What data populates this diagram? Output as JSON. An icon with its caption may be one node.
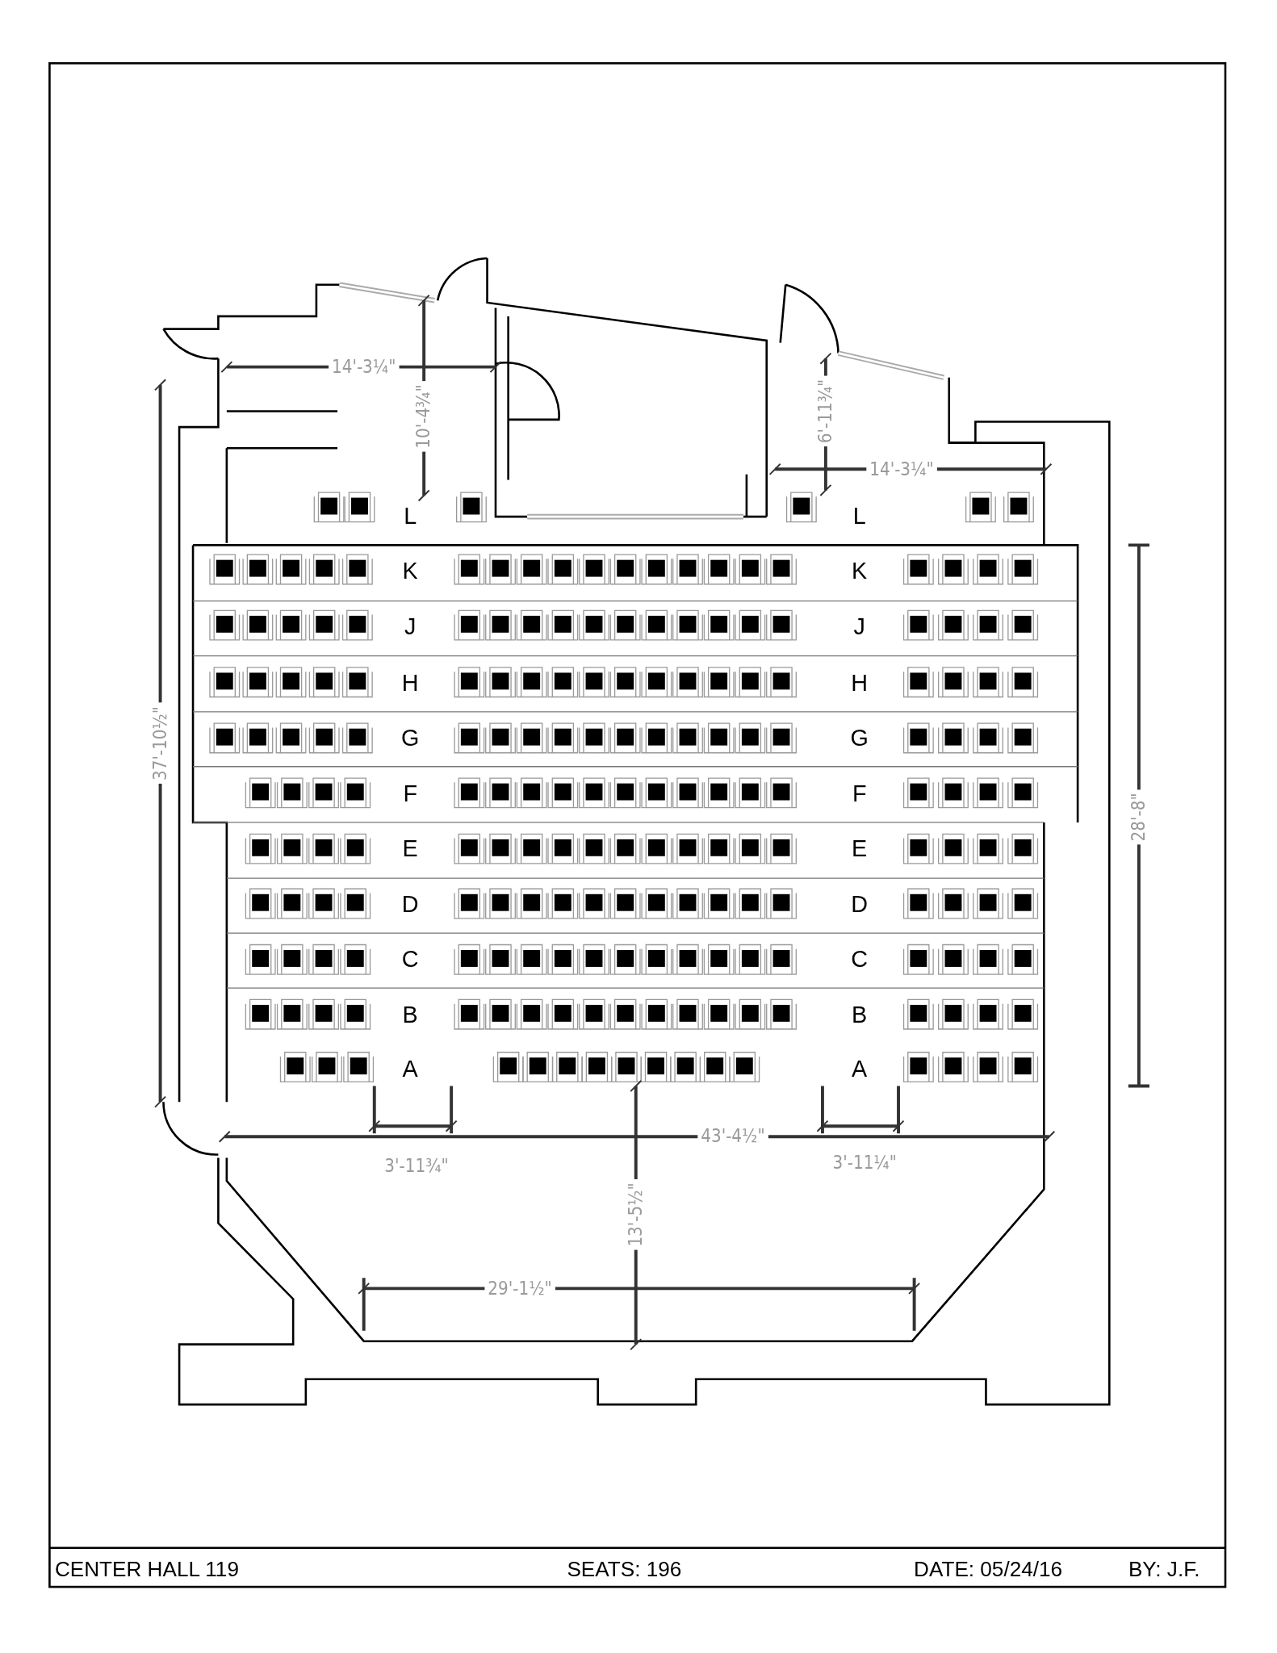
{
  "diagram": {
    "labels": [
      "14'-3¼\"",
      "10'-4¾\"",
      "6'-11¾\"",
      "14'-3¼\"",
      "L",
      "L",
      "K",
      "K",
      "J",
      "J",
      "H",
      "H",
      "37'-10½\"",
      "G",
      "G",
      "28'-8\"",
      "F",
      "F",
      "E",
      "E",
      "D",
      "D",
      "C",
      "C",
      "B",
      "B",
      "A",
      "A",
      "43'-4½\"",
      "3'-11¾\"",
      "3'-11¼\"",
      "13'-5½\"",
      "29'-1½\"",
      "CENTER HALL 119",
      "SEATS: 196",
      "DATE: 05/24/16",
      "BY: J.F."
    ]
  }
}
